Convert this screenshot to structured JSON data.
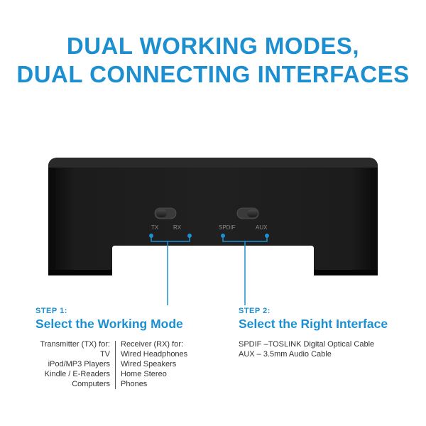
{
  "headline": {
    "line1": "DUAL WORKING MODES,",
    "line2": "DUAL CONNECTING INTERFACES"
  },
  "device": {
    "switch_left_labels": [
      "TX",
      "RX"
    ],
    "switch_right_labels": [
      "SPDIF",
      "AUX"
    ]
  },
  "step1": {
    "label": "STEP 1:",
    "title": "Select the Working Mode",
    "transmitter_header": "Transmitter (TX) for:",
    "transmitter_items": [
      "TV",
      "iPod/MP3 Players",
      "Kindle / E-Readers",
      "Computers"
    ],
    "receiver_header": "Receiver (RX) for:",
    "receiver_items": [
      "Wired Headphones",
      "Wired Speakers",
      "Home Stereo",
      "Phones"
    ]
  },
  "step2": {
    "label": "STEP 2:",
    "title": "Select the Right Interface",
    "lines": [
      "SPDIF –TOSLINK Digital Optical Cable",
      "AUX – 3.5mm Audio Cable"
    ]
  },
  "colors": {
    "accent": "#1b8fd0",
    "device": "#1a1a1a",
    "text": "#333333"
  }
}
